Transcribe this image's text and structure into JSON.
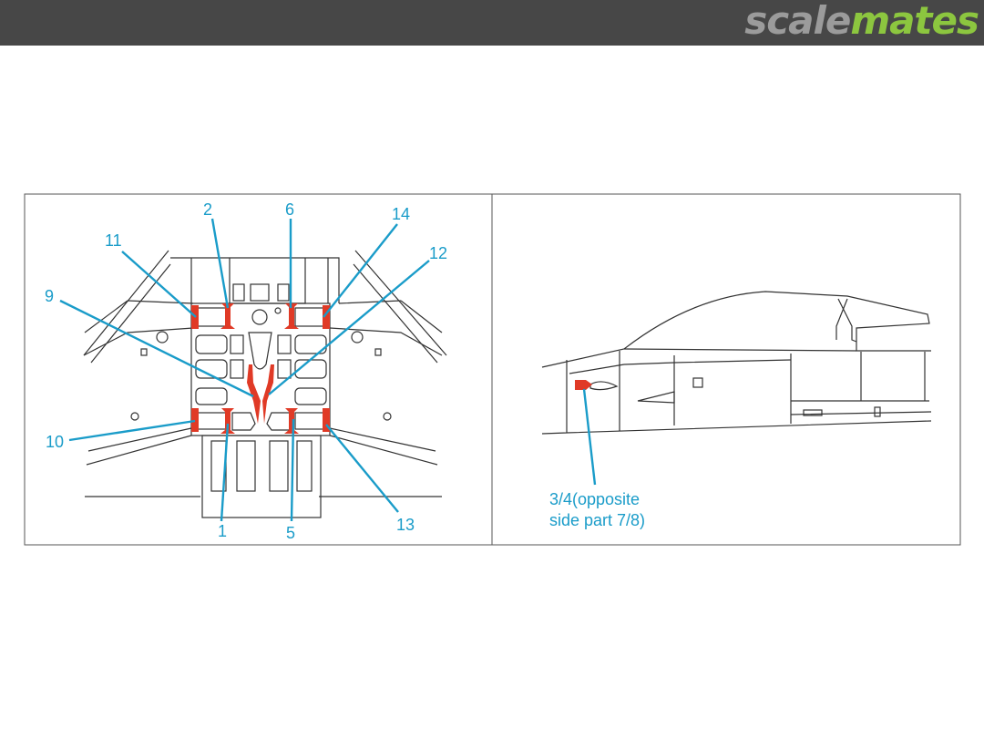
{
  "logo": {
    "part1": "scale",
    "part2": "mates"
  },
  "colors": {
    "header": "#474747",
    "callout": "#1a9cc9",
    "part": "#e03a26",
    "logo_green": "#8cc63f"
  },
  "left_panel": {
    "labels": [
      "2",
      "6",
      "14",
      "11",
      "12",
      "9",
      "10",
      "1",
      "5",
      "13"
    ]
  },
  "right_panel": {
    "label_line1": "3/4(opposite",
    "label_line2": "side part 7/8)"
  }
}
